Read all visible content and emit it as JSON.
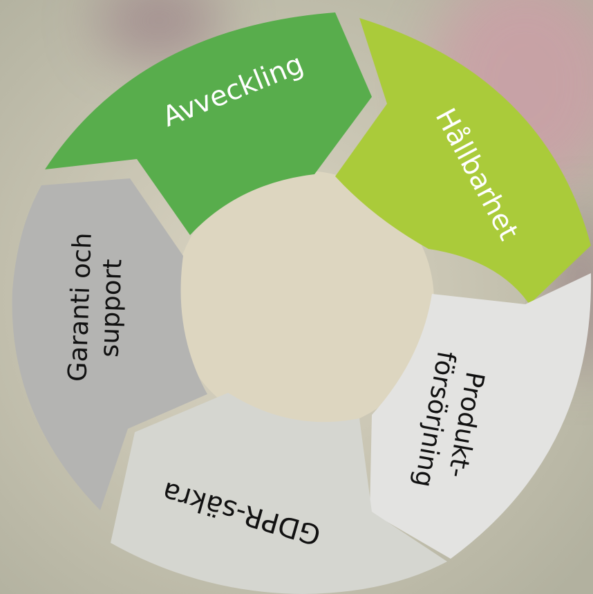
{
  "diagram": {
    "type": "cycle",
    "segments": [
      {
        "id": "avveckling",
        "lines": [
          "Avveckling"
        ],
        "fill": "#58ad4c",
        "text_color": "#ffffff"
      },
      {
        "id": "hallbarhet",
        "lines": [
          "Hållbarhet"
        ],
        "fill": "#aacb3a",
        "text_color": "#ffffff"
      },
      {
        "id": "produktforsorjning",
        "lines": [
          "Produkt-",
          "försörjning"
        ],
        "fill": "#e3e3e1",
        "text_color": "#111111"
      },
      {
        "id": "gdpr",
        "lines": [
          "GDPR-säkra"
        ],
        "fill": "#d5d6d0",
        "text_color": "#111111"
      },
      {
        "id": "garanti",
        "lines": [
          "Garanti och",
          "support"
        ],
        "fill": "#b4b4b2",
        "text_color": "#111111"
      }
    ]
  },
  "colors": {
    "bg_center": "#dcd6c4",
    "bg_outer": "#b2b19f",
    "bg_pink": "#c9a0a6",
    "hole": "#ddd6c0"
  }
}
